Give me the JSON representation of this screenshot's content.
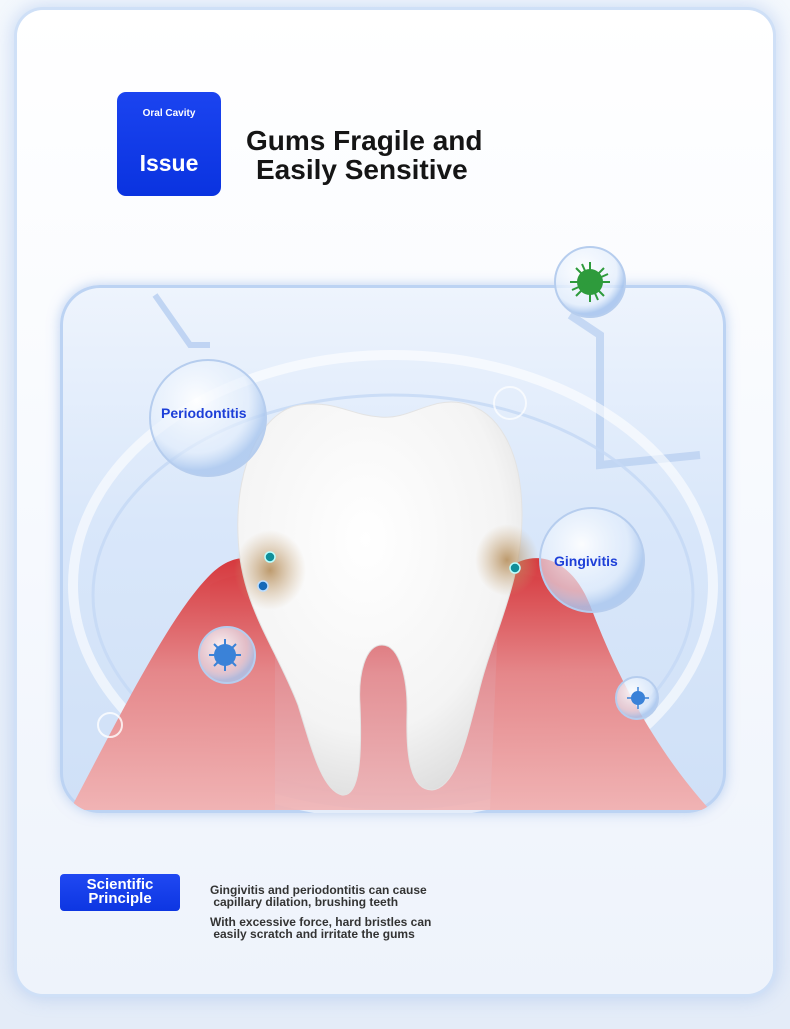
{
  "badge": {
    "small": "Oral Cavity",
    "big": "Issue"
  },
  "headline": {
    "line1": "Gums Fragile and",
    "line2": "Easily Sensitive"
  },
  "labels": {
    "periodontitis": "Periodontitis",
    "gingivitis": "Gingivitis"
  },
  "principle": {
    "badge_line1": "Scientific",
    "badge_line2": "Principle",
    "text1_line1": "Gingivitis and periodontitis can cause",
    "text1_line2": " capillary dilation, brushing teeth",
    "text2_line1": "With excessive force, hard bristles can",
    "text2_line2": " easily scratch and irritate the gums"
  },
  "colors": {
    "badge_blue": "#0a33e0",
    "label_blue": "#1d3fd8",
    "gum_red": "#d94f52"
  }
}
